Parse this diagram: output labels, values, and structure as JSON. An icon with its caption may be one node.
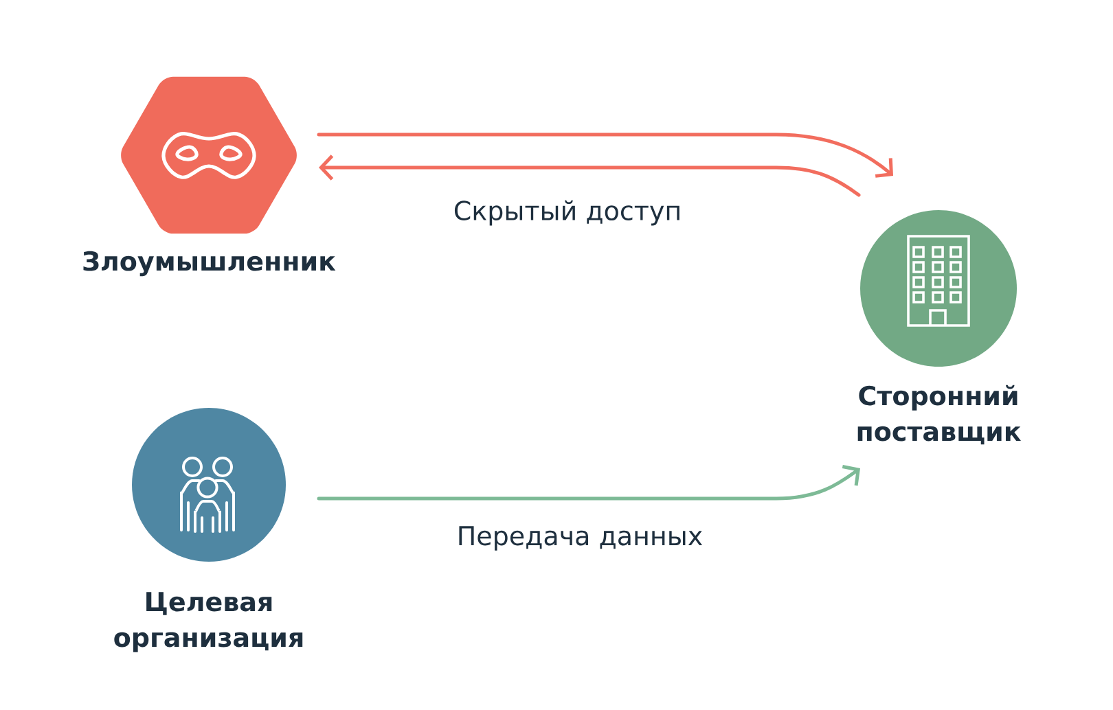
{
  "diagram": {
    "nodes": [
      {
        "text": [
          "Злоумышленник"
        ]
      },
      {
        "text": [
          "Сторонний поставщик"
        ]
      },
      {
        "text": [
          "Целевая организация"
        ]
      }
    ],
    "edges": [
      {
        "from": 0,
        "to": 1,
        "arrow": "to",
        "color": "#f26d5e"
      },
      {
        "from": 1,
        "to": 0,
        "arrow": "to",
        "label": "Скрытый доступ",
        "color": "#f26d5e"
      },
      {
        "from": 2,
        "to": 1,
        "arrow": "to",
        "label": "Передача данных",
        "color": "#7dba96"
      }
    ]
  }
}
